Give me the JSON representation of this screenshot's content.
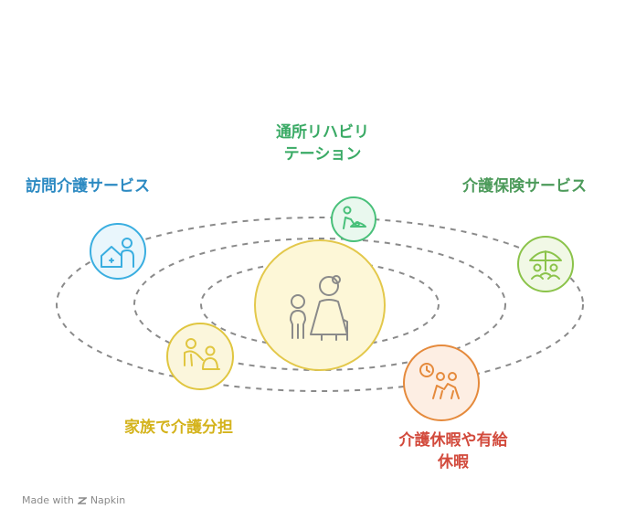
{
  "center": {
    "icon": "elderly-person-with-child-icon",
    "fill": "#fdf7d7",
    "stroke": "#e3c84b"
  },
  "nodes": [
    {
      "id": "visiting-care",
      "label_lines": [
        "訪問介護サービス"
      ],
      "icon": "home-care-icon",
      "color": "#2c8ac2",
      "fill": "#e9f6fc",
      "stroke": "#3aaee0"
    },
    {
      "id": "day-rehab",
      "label_lines": [
        "通所リハビリ",
        "テーション"
      ],
      "icon": "rehabilitation-icon",
      "color": "#3aaa65",
      "fill": "#e9f8ee",
      "stroke": "#49c07a"
    },
    {
      "id": "care-insurance",
      "label_lines": [
        "介護保険サービス"
      ],
      "icon": "insurance-umbrella-icon",
      "color": "#4c9a5a",
      "fill": "#f1f8e6",
      "stroke": "#8bc34a"
    },
    {
      "id": "family-care",
      "label_lines": [
        "家族で介護分担"
      ],
      "icon": "family-caregiving-icon",
      "color": "#d4b31c",
      "fill": "#fbf6dc",
      "stroke": "#e0c640"
    },
    {
      "id": "care-leave",
      "label_lines": [
        "介護休暇や有給",
        "休暇"
      ],
      "icon": "leave-time-icon",
      "color": "#d24a3c",
      "fill": "#fdeee3",
      "stroke": "#e58a3c"
    }
  ],
  "footer": {
    "text": "Made with",
    "brand": "Napkin"
  }
}
